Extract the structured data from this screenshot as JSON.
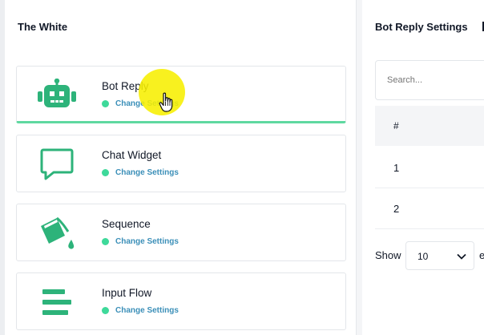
{
  "left_panel": {
    "title": "The White",
    "cards": [
      {
        "title": "Bot Reply",
        "link": "Change Settings",
        "icon": "robot-icon",
        "active": true
      },
      {
        "title": "Chat Widget",
        "link": "Change Settings",
        "icon": "chat-bubble-icon",
        "active": false
      },
      {
        "title": "Sequence",
        "link": "Change Settings",
        "icon": "paint-bucket-icon",
        "active": false
      },
      {
        "title": "Input Flow",
        "link": "Change Settings",
        "icon": "input-lines-icon",
        "active": false
      }
    ]
  },
  "right_panel": {
    "title": "Bot Reply Settings",
    "search_placeholder": "Search...",
    "table": {
      "header": "#",
      "rows": [
        "1",
        "2"
      ]
    },
    "show_label": "Show",
    "page_size": "10",
    "entries_fragment": "e"
  },
  "colors": {
    "accent": "#2db37a",
    "status_dot": "#3ed99a",
    "link": "#3b8fb8",
    "active_underline": "#5fd8a0",
    "cursor_highlight": "#f7ef00"
  }
}
